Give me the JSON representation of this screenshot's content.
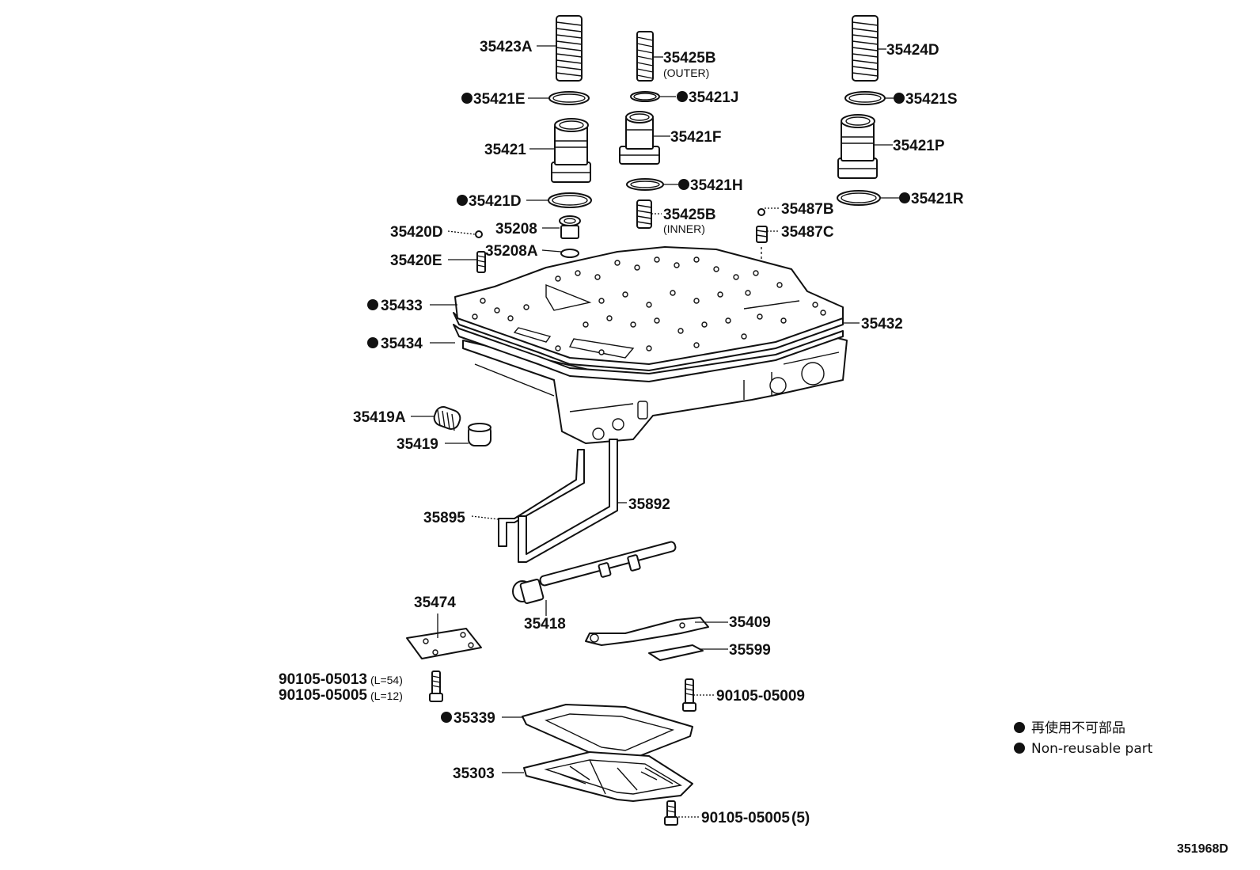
{
  "diagram": {
    "labels": {
      "p35423A": "35423A",
      "p35425B_outer": "35425B",
      "outer_note": "(OUTER)",
      "p35424D": "35424D",
      "p35421E": "35421E",
      "p35421J": "35421J",
      "p35421S": "35421S",
      "p35421": "35421",
      "p35421F": "35421F",
      "p35421P": "35421P",
      "p35421H": "35421H",
      "p35421D": "35421D",
      "p35421R": "35421R",
      "p35425B_inner": "35425B",
      "inner_note": "(INNER)",
      "p35487B": "35487B",
      "p35487C": "35487C",
      "p35420D": "35420D",
      "p35208": "35208",
      "p35420E": "35420E",
      "p35208A": "35208A",
      "p35433": "35433",
      "p35432": "35432",
      "p35434": "35434",
      "p35419A": "35419A",
      "p35419": "35419",
      "p35895": "35895",
      "p35892": "35892",
      "p35474": "35474",
      "p35418": "35418",
      "p35409": "35409",
      "p35599": "35599",
      "bolt_a": "90105-05013",
      "bolt_a_len": "(L=54)",
      "bolt_b": "90105-05005",
      "bolt_b_len": "(L=12)",
      "bolt_c": "90105-05009",
      "p35339": "35339",
      "p35303": "35303",
      "bolt_d": "90105-05005",
      "bolt_d_qty": "(5)"
    },
    "legend": {
      "japanese": "再使用不可部品",
      "english": "Non-reusable part"
    },
    "figure_code": "351968D"
  }
}
